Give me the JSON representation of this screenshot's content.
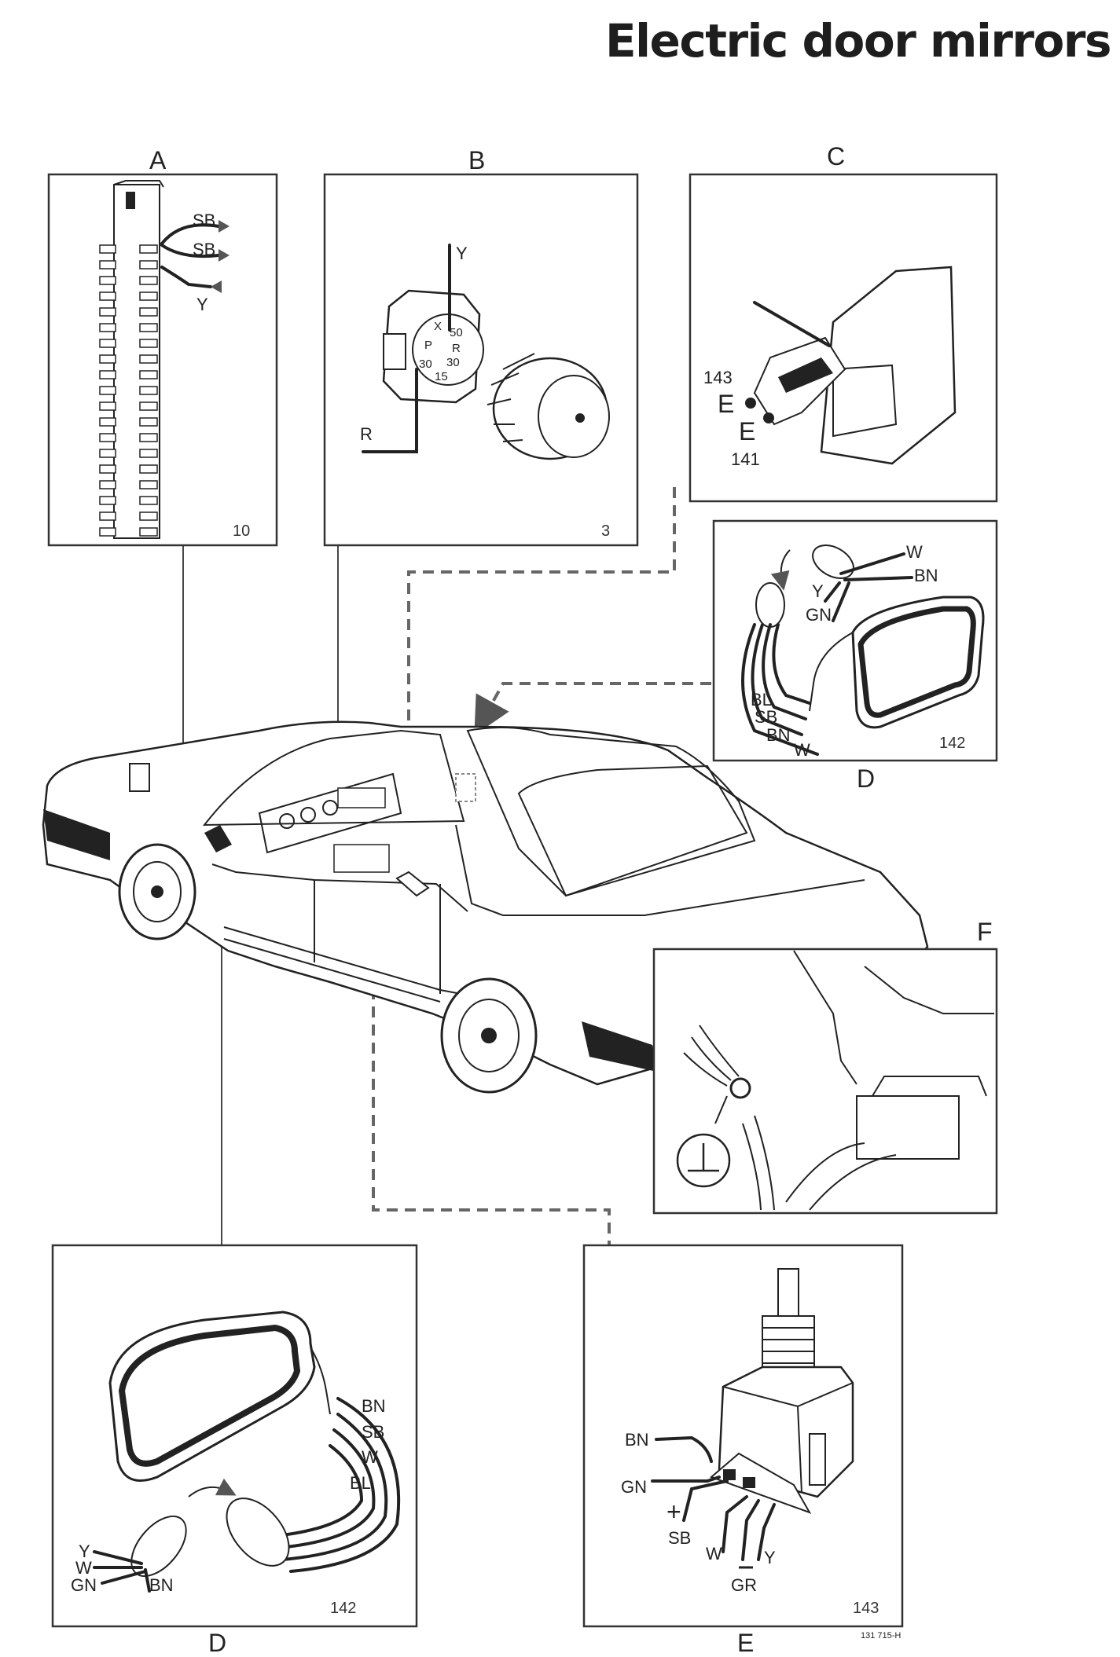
{
  "title": "Electric door mirrors",
  "panels": {
    "A": {
      "letter": "A",
      "page": "10",
      "wires": [
        "SB",
        "SB",
        "Y"
      ]
    },
    "B": {
      "letter": "B",
      "page": "3",
      "wires": [
        "Y",
        "R"
      ],
      "pins": [
        "X",
        "50",
        "P",
        "R",
        "30",
        "30",
        "15"
      ]
    },
    "C": {
      "letter": "C",
      "ref_top": "143",
      "ref_bottom": "141",
      "terminal_1": "E",
      "terminal_2": "E"
    },
    "D_top": {
      "letter": "D",
      "page": "142",
      "wires_plug": [
        "W",
        "BN",
        "Y",
        "GN"
      ],
      "wires_lead": [
        "BL",
        "SB",
        "BN",
        "W"
      ]
    },
    "F": {
      "letter": "F"
    },
    "D_bottom": {
      "letter": "D",
      "page": "142",
      "wires_lead": [
        "BN",
        "SB",
        "W",
        "BL"
      ],
      "wires_plug": [
        "Y",
        "W",
        "GN",
        "BN"
      ]
    },
    "E": {
      "letter": "E",
      "page": "143",
      "wires": [
        "BN",
        "GN",
        "+",
        "SB",
        "W",
        "GR",
        "Y"
      ]
    }
  },
  "drawing_code": "131 715-H",
  "icons": [
    "ground-symbol-icon",
    "arrow-icon"
  ]
}
